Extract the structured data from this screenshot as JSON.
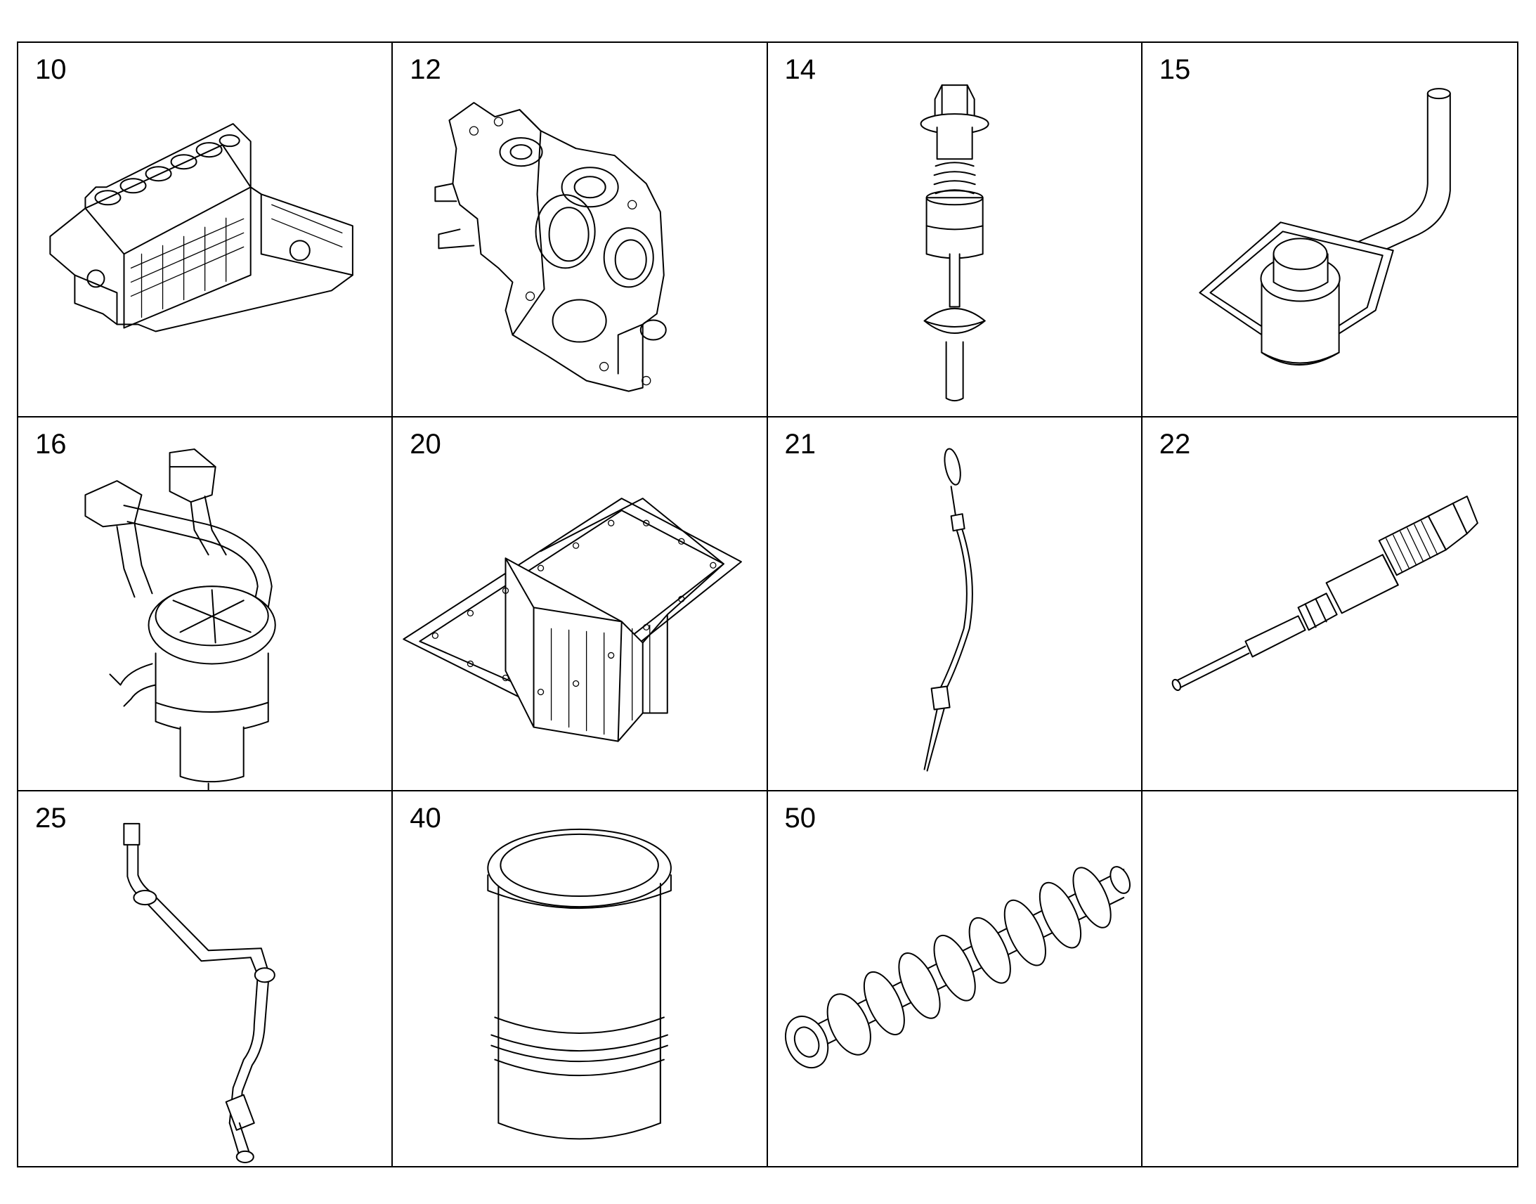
{
  "parts": [
    {
      "number": "10",
      "icon": "cylinder-block-icon"
    },
    {
      "number": "12",
      "icon": "timing-case-icon"
    },
    {
      "number": "14",
      "icon": "valve-plug-icon"
    },
    {
      "number": "15",
      "icon": "elbow-pipe-icon"
    },
    {
      "number": "16",
      "icon": "oil-separator-icon"
    },
    {
      "number": "20",
      "icon": "oil-pan-icon"
    },
    {
      "number": "21",
      "icon": "dipstick-icon"
    },
    {
      "number": "22",
      "icon": "sensor-probe-icon"
    },
    {
      "number": "25",
      "icon": "pipe-line-icon"
    },
    {
      "number": "40",
      "icon": "cylinder-liner-icon"
    },
    {
      "number": "50",
      "icon": "crankshaft-icon"
    },
    {
      "number": "",
      "icon": ""
    }
  ]
}
